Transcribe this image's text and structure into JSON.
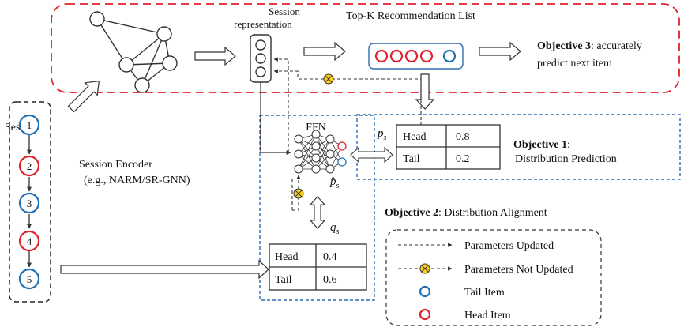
{
  "labels": {
    "session": "Session",
    "session_repr_line1": "Session",
    "session_repr_line2": "representation",
    "topk": "Top-K Recommendation List",
    "obj3_bold": "Objective 3",
    "obj3_rest": ": accurately",
    "obj3_line2": "predict next item",
    "ffn": "FFN",
    "encoder_line1": "Session Encoder",
    "encoder_line2": "(e.g., NARM/SR-GNN)",
    "obj1_bold": "Objective 1",
    "obj1_colon": ":",
    "obj1_line2": "Distribution Prediction",
    "obj2_bold": "Objective 2",
    "obj2_rest": ": Distribution Alignment",
    "p_s": "p",
    "p_s_sub": "s",
    "p_hat": "p̂",
    "p_hat_sub": "s",
    "q_s": "q",
    "q_s_sub": "s"
  },
  "session_items": [
    "1",
    "2",
    "3",
    "4",
    "5"
  ],
  "predicted_distribution": [
    {
      "label": "Head",
      "value": "0.8"
    },
    {
      "label": "Tail",
      "value": "0.2"
    }
  ],
  "target_distribution": [
    {
      "label": "Head",
      "value": "0.4"
    },
    {
      "label": "Tail",
      "value": "0.6"
    }
  ],
  "legend": {
    "updated": "Parameters Updated",
    "not_updated": "Parameters Not Updated",
    "tail_item": "Tail Item",
    "head_item": "Head Item"
  },
  "colors": {
    "head": "#e0202a",
    "tail": "#1f6fb5",
    "objective3_frame": "#e0202a",
    "objective_frame": "#2f6db3",
    "stop_gradient": "#ffd21a"
  }
}
